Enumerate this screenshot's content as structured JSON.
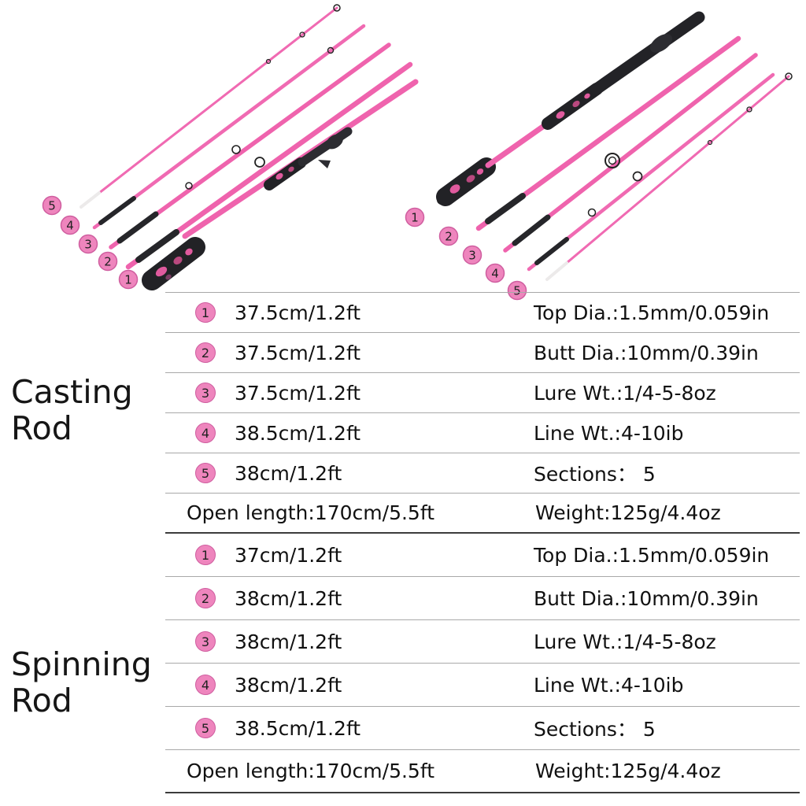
{
  "page": {
    "background": "#ffffff"
  },
  "colors": {
    "rod_pink": "#ef63ad",
    "badge_pink": "#ee85bd",
    "badge_border": "#cf5d9f",
    "handle_dark": "#222226",
    "table_line": "#a8a8a8",
    "table_divider": "#3c3c3c",
    "text": "#111111"
  },
  "figures": {
    "left_labels": [
      "5",
      "4",
      "3",
      "2",
      "1"
    ],
    "right_labels": [
      "1",
      "2",
      "3",
      "4",
      "5"
    ]
  },
  "casting": {
    "label_line1": "Casting",
    "label_line2": "Rod",
    "rows": [
      {
        "num": "1",
        "length": "37.5cm/1.2ft",
        "spec": "Top Dia.:1.5mm/0.059in"
      },
      {
        "num": "2",
        "length": "37.5cm/1.2ft",
        "spec": "Butt Dia.:10mm/0.39in"
      },
      {
        "num": "3",
        "length": "37.5cm/1.2ft",
        "spec": "Lure Wt.:1/4-5-8oz"
      },
      {
        "num": "4",
        "length": "38.5cm/1.2ft",
        "spec": "Line Wt.:4-10ib"
      },
      {
        "num": "5",
        "length": "38cm/1.2ft",
        "spec": "Sections： 5"
      }
    ],
    "open_length": "Open length:170cm/5.5ft",
    "weight": "Weight:125g/4.4oz"
  },
  "spinning": {
    "label_line1": "Spinning",
    "label_line2": "Rod",
    "rows": [
      {
        "num": "1",
        "length": "37cm/1.2ft",
        "spec": "Top Dia.:1.5mm/0.059in"
      },
      {
        "num": "2",
        "length": "38cm/1.2ft",
        "spec": "Butt Dia.:10mm/0.39in"
      },
      {
        "num": "3",
        "length": "38cm/1.2ft",
        "spec": "Lure Wt.:1/4-5-8oz"
      },
      {
        "num": "4",
        "length": "38cm/1.2ft",
        "spec": "Line Wt.:4-10ib"
      },
      {
        "num": "5",
        "length": "38.5cm/1.2ft",
        "spec": "Sections： 5"
      }
    ],
    "open_length": "Open length:170cm/5.5ft",
    "weight": "Weight:125g/4.4oz"
  }
}
